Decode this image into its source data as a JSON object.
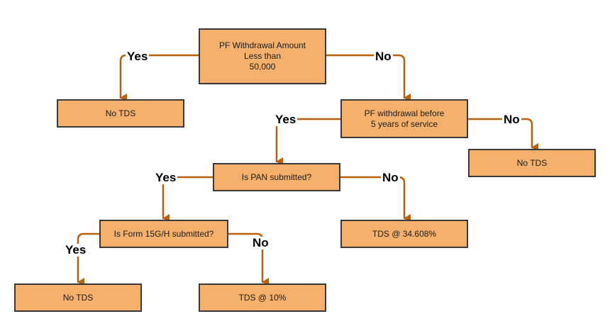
{
  "colors": {
    "box_fill": "#f5b06c",
    "box_border": "#3a3a3a",
    "connector": "#b8610e"
  },
  "nodes": {
    "q_amount": "PF Withdrawal Amount\nLess than\n50,000",
    "no_tds_1": "No TDS",
    "q_service": "PF withdrawal before\n5 years of service",
    "no_tds_2": "No TDS",
    "q_pan": "Is PAN submitted?",
    "tds_34": "TDS @ 34.608%",
    "q_form": "Is Form 15G/H submitted?",
    "no_tds_3": "No TDS",
    "tds_10": "TDS @ 10%"
  },
  "labels": {
    "yes_1": "Yes",
    "no_1": "No",
    "yes_2": "Yes",
    "no_2": "No",
    "yes_3": "Yes",
    "no_3": "No",
    "yes_4": "Yes",
    "no_4": "No"
  }
}
